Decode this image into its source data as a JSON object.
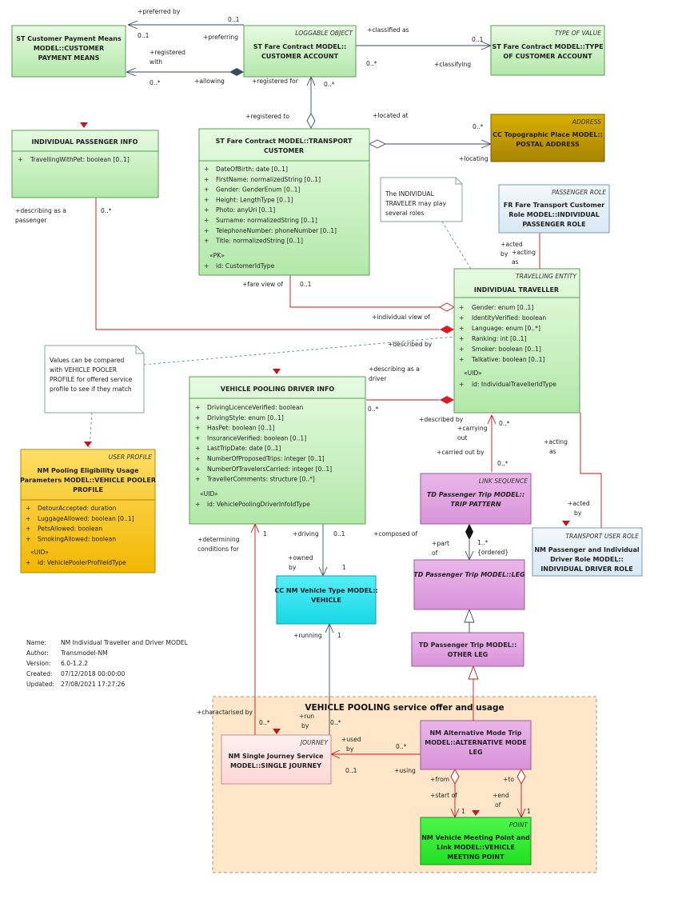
{
  "classes": {
    "payment_means": {
      "title": [
        "ST Customer Payment Means",
        "MODEL::CUSTOMER",
        "PAYMENT MEANS"
      ]
    },
    "contract_account": {
      "stereotype": "LOGGABLE OBJECT",
      "title": [
        "ST Fare Contract MODEL::",
        "CUSTOMER ACCOUNT"
      ]
    },
    "type_of_value": {
      "stereotype": "TYPE OF VALUE",
      "title": [
        "ST Fare Contract MODEL::TYPE",
        "OF CUSTOMER ACCOUNT"
      ]
    },
    "passenger_info": {
      "title": [
        "INDIVIDUAL PASSENGER INFO"
      ],
      "attrs": [
        "TravellingWithPet: boolean [0..1]"
      ]
    },
    "transport_customer": {
      "title": [
        "ST Fare Contract MODEL::TRANSPORT",
        "CUSTOMER"
      ],
      "attrs": [
        "DateOfBirth: date [0..1]",
        "FirstName: normalizedString [0..1]",
        "Gender: GenderEnum [0..1]",
        "Height: LengthType [0..1]",
        "Photo: anyUri [0..1]",
        "Surname: normalizedString [0..1]",
        "TelephoneNumber: phoneNumber [0..1]",
        "Title: normalizedString [0..1]"
      ],
      "pk_label": "«PK»",
      "pk_attrs": [
        "id: CustomerIdType"
      ]
    },
    "postal_address": {
      "stereotype": "ADDRESS",
      "title": [
        "CC Topographic Place MODEL::",
        "POSTAL ADDRESS"
      ]
    },
    "passenger_role": {
      "stereotype": "PASSENGER ROLE",
      "title": [
        "FR Fare Transport Customer",
        "Role MODEL::INDIVIDUAL",
        "PASSENGER ROLE"
      ]
    },
    "individual_traveller": {
      "stereotype": "TRAVELLING ENTITY",
      "title": [
        "INDIVIDUAL TRAVELLER"
      ],
      "attrs": [
        "Gender: enum [0..1]",
        "IdentityVerified: boolean",
        "Language: enum [0..*]",
        "Ranking: int [0..1]",
        "Smoker: boolean [0..1]",
        "Talkative: boolean [0..1]"
      ],
      "uid_label": "«UID»",
      "uid_attrs": [
        "id: IndividualTravellerIdType"
      ]
    },
    "driver_info": {
      "title": [
        "VEHICLE POOLING DRIVER INFO"
      ],
      "attrs": [
        "DrivingLicenceVerified: boolean",
        "DrivingStyle: enum [0..1]",
        "HasPet: boolean [0..1]",
        "InsuranceVerified: boolean [0..1]",
        "LastTripDate: date [0..1]",
        "NumberOfProposedTrips: integer [0..1]",
        "NumberOfTravelersCarried: integer [0..1]",
        "TravellerComments: structure [0..*]"
      ],
      "uid_label": "«UID»",
      "uid_attrs": [
        "id: VehiclePoolingDriverInfoIdType"
      ]
    },
    "pooler_profile": {
      "stereotype": "USER PROFILE",
      "title": [
        "NM Pooling Eligibility Usage",
        "Parameters MODEL::VEHICLE POOLER",
        "PROFILE"
      ],
      "attrs": [
        "DetourAccepted: duration",
        "LuggageAllowed: boolean [0..1]",
        "PetsAllowed: boolean",
        "SmokingAllowed: boolean"
      ],
      "uid_label": "«UID»",
      "uid_attrs": [
        "id: VehiclePoolerProfileIdType"
      ]
    },
    "trip_pattern": {
      "stereotype": "LINK SEQUENCE",
      "title": [
        "TD Passenger Trip MODEL::",
        "TRIP PATTERN"
      ]
    },
    "driver_role": {
      "stereotype": "TRANSPORT USER ROLE",
      "title": [
        "NM Passenger and Individual",
        "Driver Role MODEL::",
        "INDIVIDUAL DRIVER ROLE"
      ]
    },
    "vehicle": {
      "title": [
        "CC NM Vehicle Type MODEL::",
        "VEHICLE"
      ]
    },
    "leg": {
      "title": [
        "TD Passenger Trip MODEL::LEG"
      ]
    },
    "other_leg": {
      "title": [
        "TD Passenger Trip MODEL::",
        "OTHER LEG"
      ]
    },
    "alt_mode_leg": {
      "title": [
        "NM Alternative Mode Trip",
        "MODEL::ALTERNATIVE MODE",
        "LEG"
      ]
    },
    "single_journey": {
      "stereotype": "JOURNEY",
      "title": [
        "NM Single Journey Service",
        "MODEL::SINGLE JOURNEY"
      ]
    },
    "meeting_point": {
      "stereotype": "POINT",
      "title": [
        "NM Vehicle Meeting Point and",
        "Link MODEL::VEHICLE",
        "MEETING POINT"
      ]
    }
  },
  "notes": {
    "traveller_roles": [
      "The INDIVIDUAL",
      "TRAVELER may play",
      "several roles"
    ],
    "compare_profile": [
      "Values can be compared",
      "with VEHICLE POOLER",
      "PROFILE for offered service",
      "profile to see if they match"
    ]
  },
  "group": {
    "title": "VEHICLE POOLING service offer and usage"
  },
  "metadata": [
    {
      "label": "Name:",
      "value": "NM Individual Traveller and Driver MODEL"
    },
    {
      "label": "Author:",
      "value": "Transmodel-NM"
    },
    {
      "label": "Version:",
      "value": "6.0-1.2.2"
    },
    {
      "label": "Created:",
      "value": "07/12/2018 00:00:00"
    },
    {
      "label": "Updated:",
      "value": "27/08/2021 17:27:26"
    }
  ],
  "labels": {
    "preferred_by": "+preferred by",
    "m_01_a": "0..1",
    "m_01_b": "0..1",
    "preferring": "+preferring",
    "registered_with": [
      "+registered",
      "with"
    ],
    "allowing": "+allowing",
    "m_many_a": "0..*",
    "registered_for": "+registered for",
    "m_many_b": "0..*",
    "classified_as": "+classified as",
    "m_01_c": "0..1",
    "m_many_c": "0..*",
    "classifying": "+classifying",
    "registered_to": "+registered to",
    "located_at": "+located at",
    "m_many_d": "0..*",
    "locating": "+locating",
    "describing_passenger": [
      "+describing as a",
      "passenger"
    ],
    "m_many_e": "0..*",
    "fare_view_of": "+fare view of",
    "m_01_d": "0..1",
    "acted_by_1": [
      "+acted",
      "by"
    ],
    "acting_as_1": [
      "+acting",
      "as"
    ],
    "individual_view_of": "+individual view of",
    "described_by_1": "+described by",
    "describing_driver": [
      "+describing as a",
      "driver"
    ],
    "m_many_f": "0..*",
    "described_by_2": "+described by",
    "carrying_out": [
      "+carrying",
      "out"
    ],
    "m_many_g": "0..*",
    "carried_out_by": "+carried out by",
    "m_many_h": "0..*",
    "acting_as_2": [
      "+acting",
      "as"
    ],
    "acted_by_2": [
      "+acted",
      "by"
    ],
    "composed_of": "+composed of",
    "part_of": [
      "+part",
      "of"
    ],
    "m_1many": "1..*",
    "ordered": "{ordered}",
    "determining": [
      "+determining",
      "conditions for"
    ],
    "m_1_a": "1",
    "driving": "+driving",
    "m_01_e": "0..1",
    "owned_by": [
      "+owned",
      "by"
    ],
    "m_1_b": "1",
    "running": "+running",
    "m_1_c": "1",
    "charactarised_by": "+charactarised by",
    "m_many_i": "0..*",
    "run_by": [
      "+run",
      "by"
    ],
    "m_many_j": "0..*",
    "used_by": [
      "+used",
      "by"
    ],
    "m_many_k": "0..*",
    "m_01_f": "0..1",
    "using": "+using",
    "from": "+from",
    "to": "+to",
    "start_of": "+start of",
    "m_1_d": "1",
    "end_of": [
      "+end",
      "of"
    ],
    "m_1_e": "1"
  },
  "colors": {
    "green": "#ccf2c4",
    "green_border": "#5c9c55",
    "olive": "#bf9b00",
    "light_blue": "#e5f1fb",
    "orange": "#ffd54d",
    "purple": "#e3a5e3",
    "cyan": "#33e6f2",
    "pink": "#ffe0e0",
    "bright_green": "#3cf03c",
    "group_fill": "#ffe6c8",
    "red_line": "#c0181c",
    "dark_line": "#3a4a5c"
  }
}
